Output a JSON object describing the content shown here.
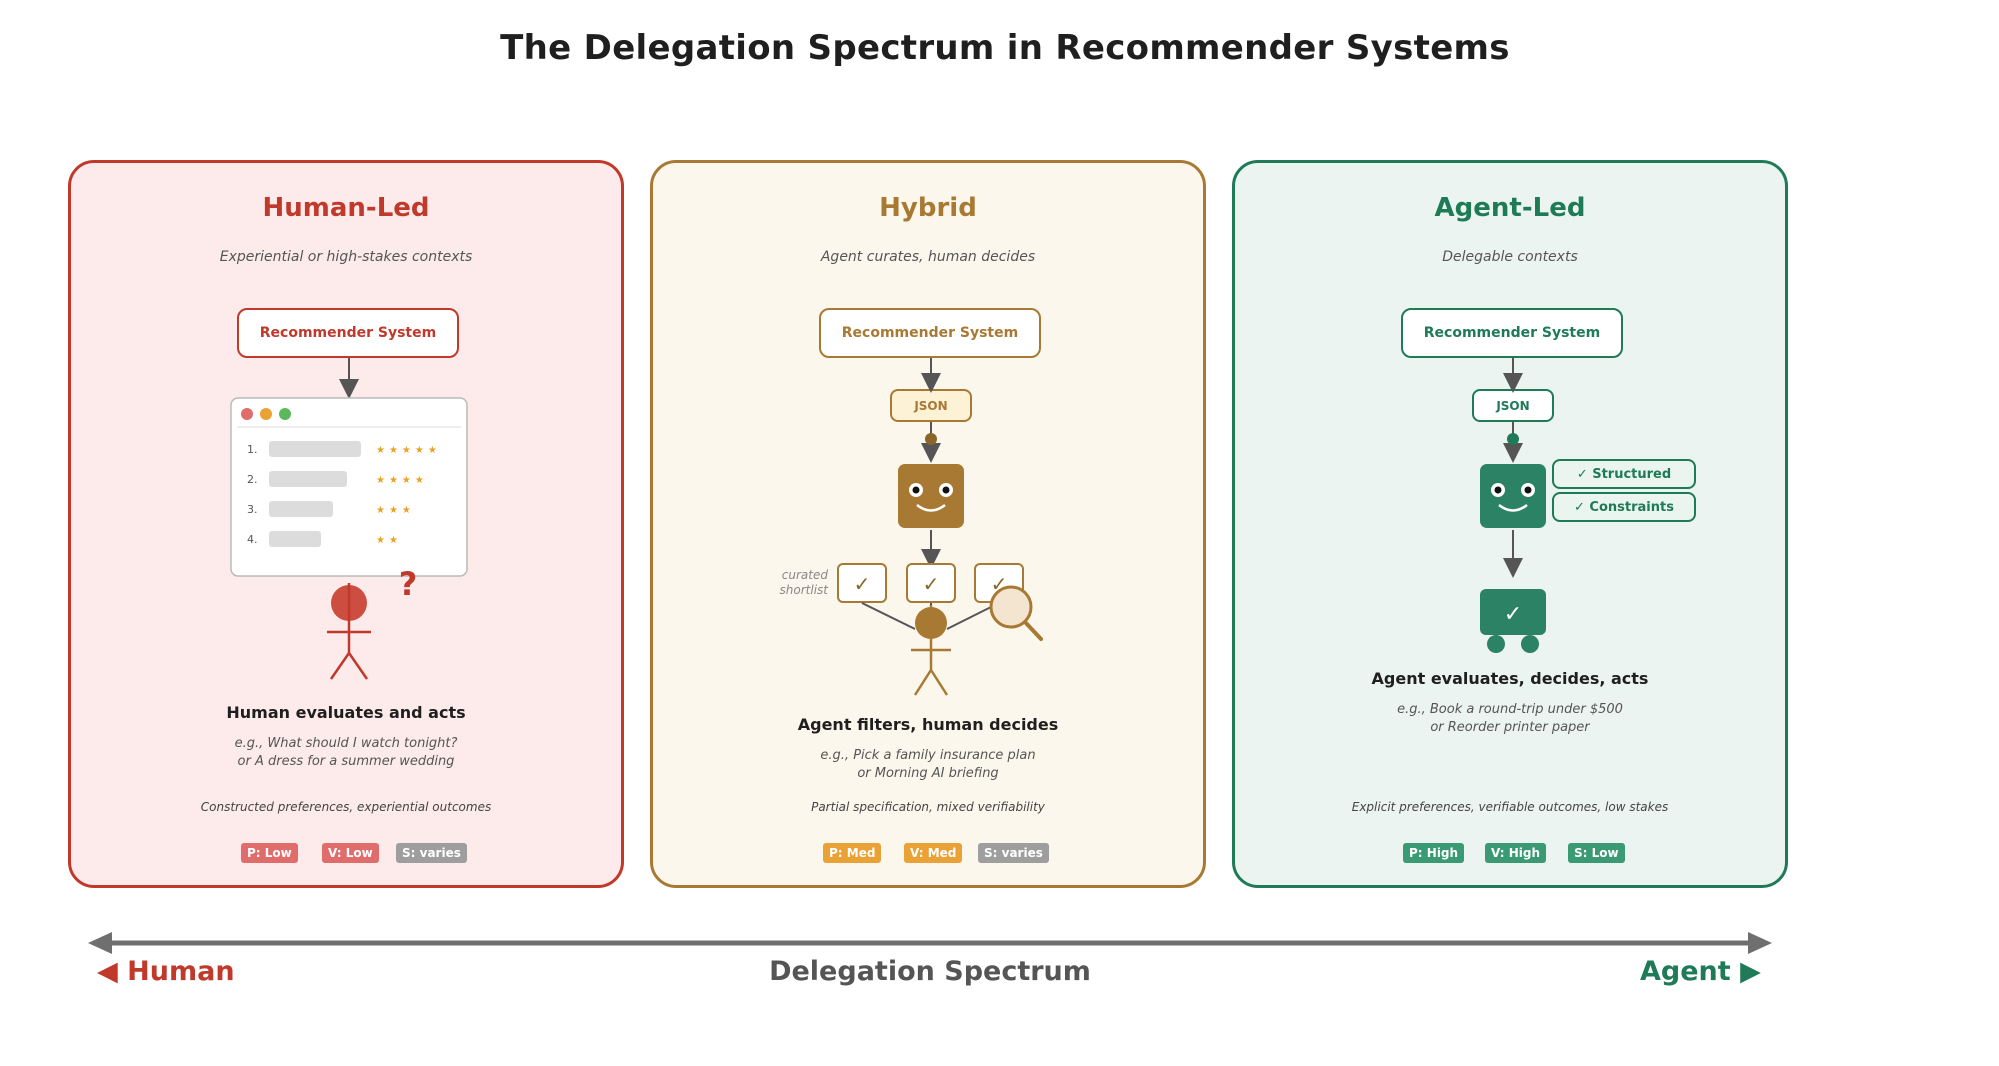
{
  "title": "The Delegation Spectrum in Recommender Systems",
  "panels": {
    "human": {
      "title": "Human-Led",
      "subtitle": "Experiential or high-stakes contexts",
      "recommender": "Recommender System",
      "list_numbers": [
        "1.",
        "2.",
        "3.",
        "4."
      ],
      "list_stars": [
        5,
        4,
        3,
        2
      ],
      "question_mark": "?",
      "caption": "Human evaluates and acts",
      "example_line1": "e.g., What should I watch tonight?",
      "example_line2": "or A dress for a summer wedding",
      "footnote": "Constructed preferences, experiential outcomes",
      "badges": [
        "P: Low",
        "V: Low",
        "S: varies"
      ],
      "color": "#c0392b"
    },
    "hybrid": {
      "title": "Hybrid",
      "subtitle": "Agent curates, human decides",
      "recommender": "Recommender System",
      "json": "JSON",
      "shortlist_label_line1": "curated",
      "shortlist_label_line2": "shortlist",
      "check": "✓",
      "caption": "Agent filters, human decides",
      "example_line1": "e.g., Pick a family insurance plan",
      "example_line2": "or Morning AI briefing",
      "footnote": "Partial specification, mixed verifiability",
      "badges": [
        "P: Med",
        "V: Med",
        "S: varies"
      ],
      "color": "#a87932"
    },
    "agent": {
      "title": "Agent-Led",
      "subtitle": "Delegable contexts",
      "recommender": "Recommender System",
      "json": "JSON",
      "tag1": "✓  Structured",
      "tag2": "✓  Constraints",
      "check": "✓",
      "caption": "Agent evaluates, decides, acts",
      "example_line1": "e.g., Book a round-trip under $500",
      "example_line2": "or Reorder printer paper",
      "footnote": "Explicit preferences, verifiable outcomes, low stakes",
      "badges": [
        "P: High",
        "V: High",
        "S: Low"
      ],
      "color": "#1e7a57"
    }
  },
  "axis": {
    "left": "◀ Human",
    "center": "Delegation Spectrum",
    "right": "Agent ▶"
  },
  "badge_colors": {
    "human": [
      "#e06c6c",
      "#e06c6c",
      "#9e9e9e"
    ],
    "hybrid": [
      "#eaa136",
      "#eaa136",
      "#9e9e9e"
    ],
    "agent": [
      "#3a9a73",
      "#3a9a73",
      "#3a9a73"
    ]
  }
}
